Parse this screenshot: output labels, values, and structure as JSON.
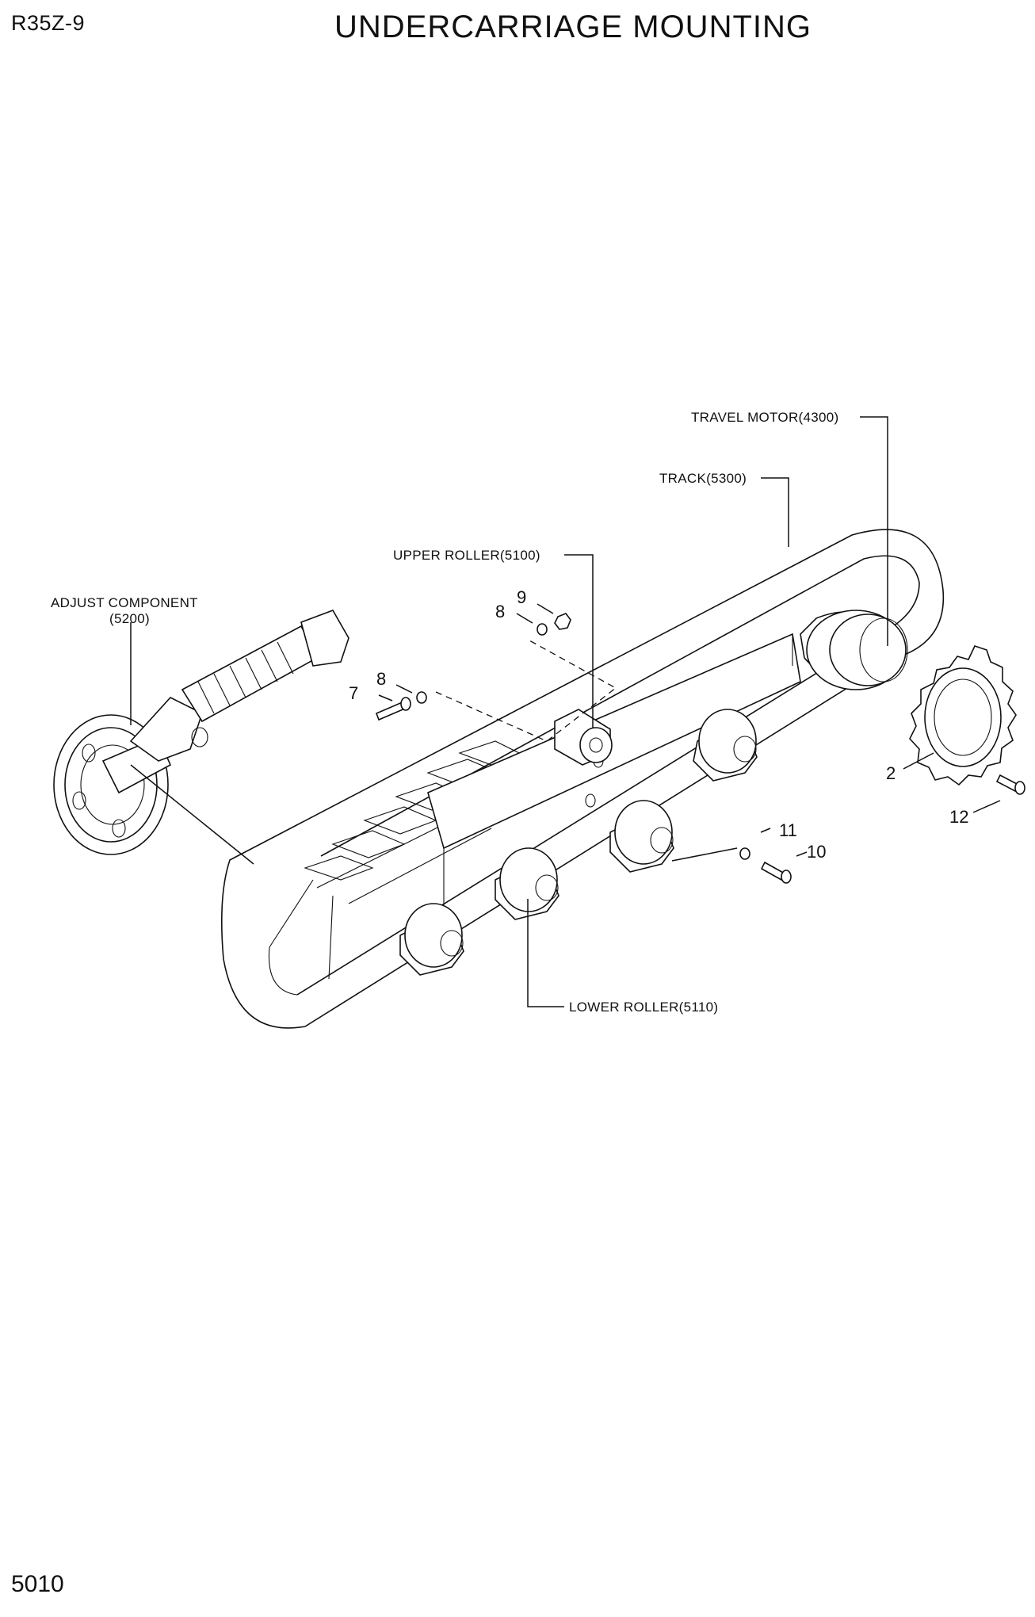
{
  "header": {
    "model": "R35Z-9",
    "title": "UNDERCARRIAGE MOUNTING"
  },
  "footer": {
    "page_number": "5010"
  },
  "diagram": {
    "component_labels": {
      "travel_motor": "TRAVEL MOTOR(4300)",
      "track": "TRACK(5300)",
      "upper_roller": "UPPER ROLLER(5100)",
      "adjust_component_line1": "ADJUST COMPONENT",
      "adjust_component_line2": "(5200)",
      "lower_roller": "LOWER ROLLER(5110)"
    },
    "callouts": {
      "part_2": "2",
      "part_7": "7",
      "part_8a": "8",
      "part_8b": "8",
      "part_9": "9",
      "part_10": "10",
      "part_11": "11",
      "part_12": "12"
    }
  }
}
